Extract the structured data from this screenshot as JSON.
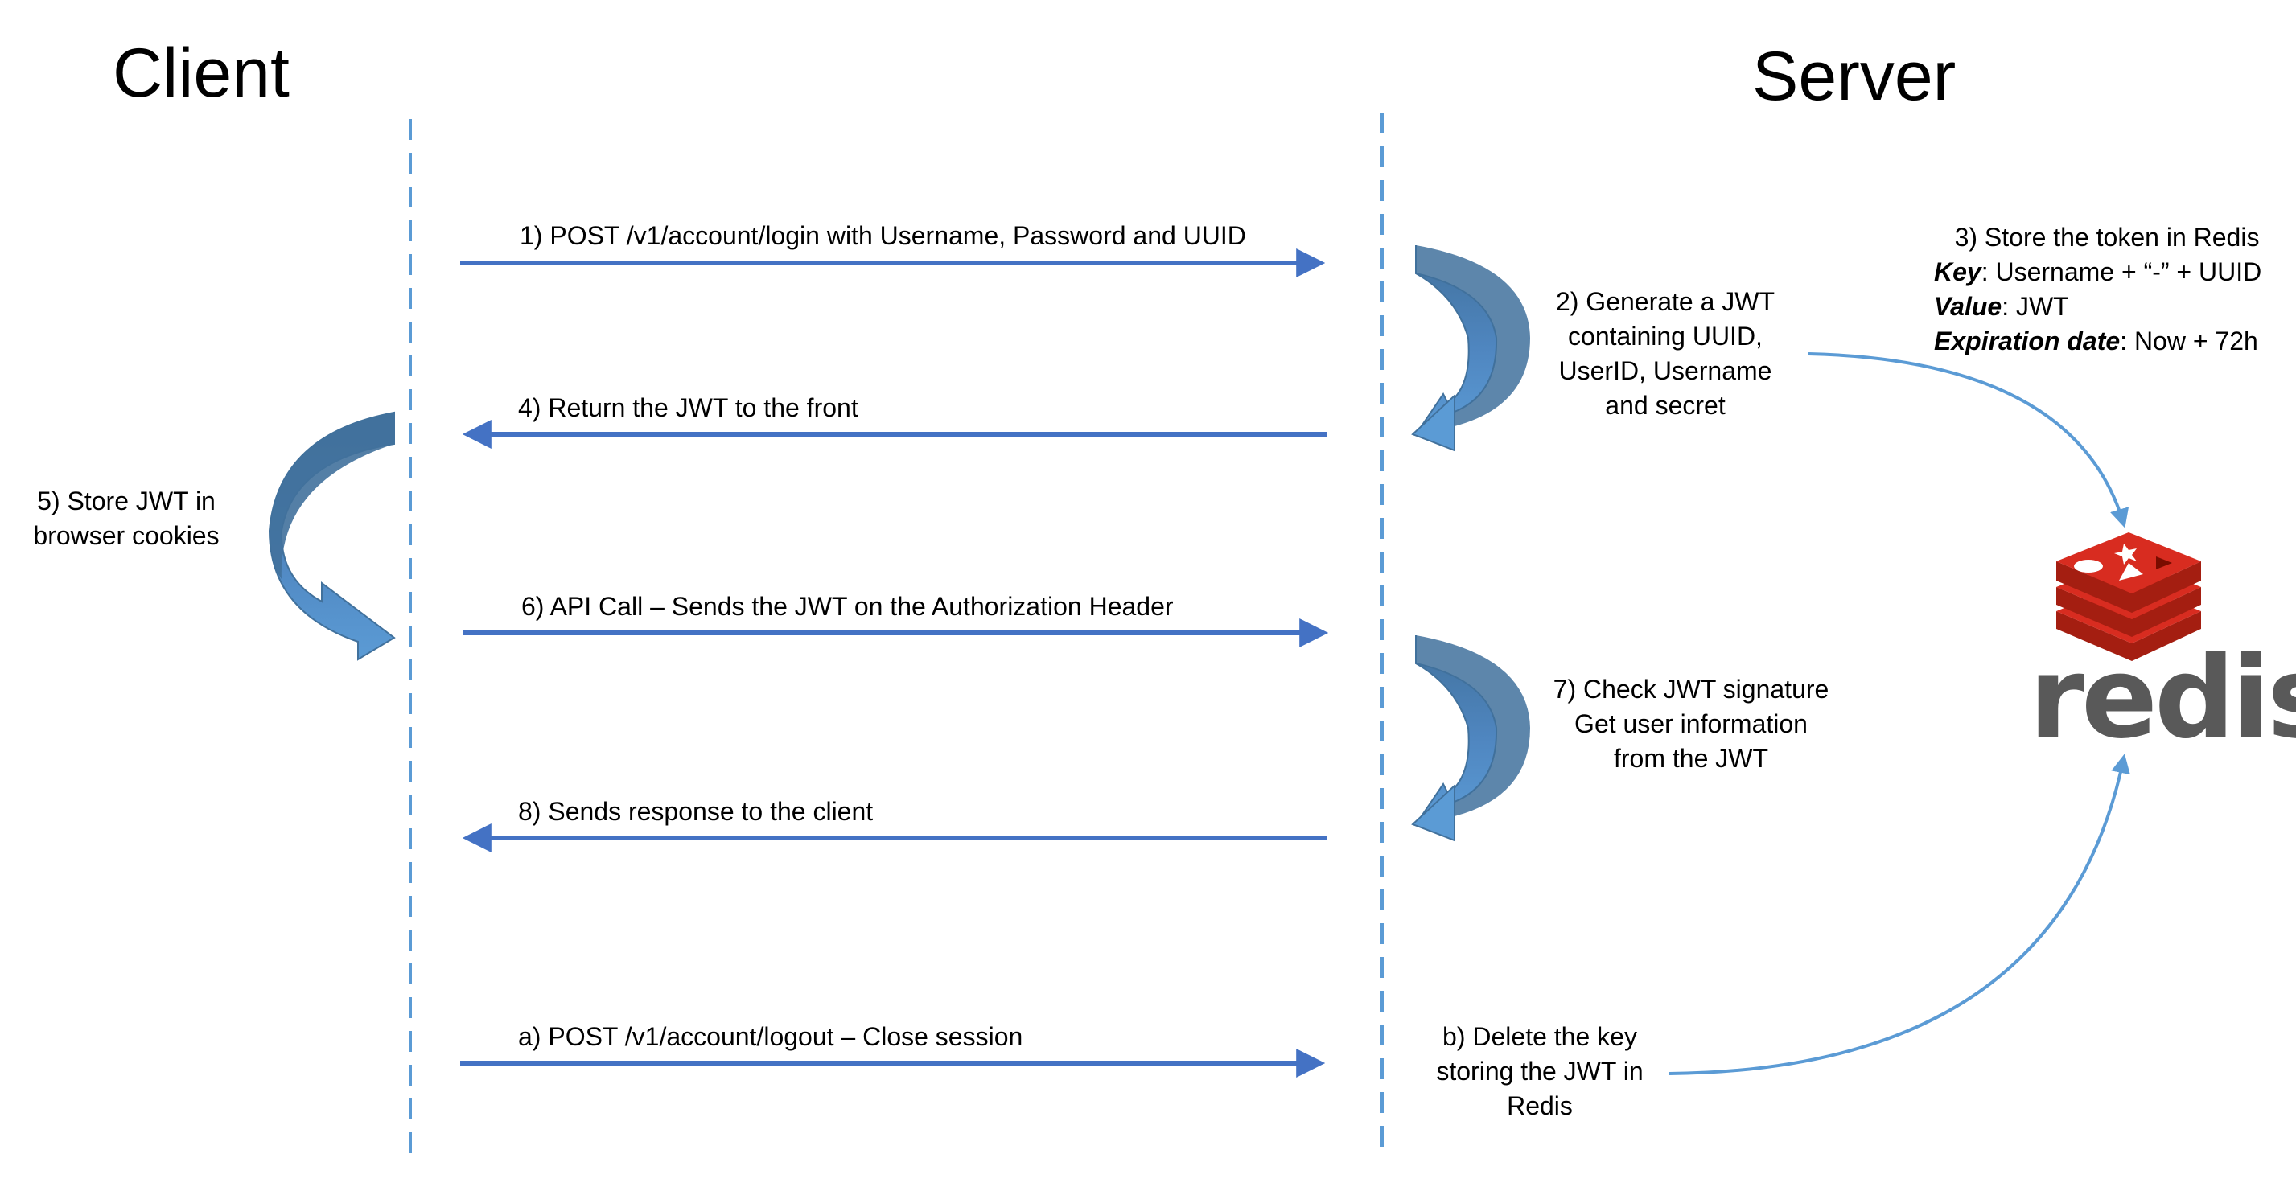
{
  "titles": {
    "client": "Client",
    "server": "Server"
  },
  "messages": {
    "m1": "1) POST /v1/account/login with Username, Password and UUID",
    "m4": "4) Return the JWT to the front",
    "m6": "6) API Call – Sends the JWT on the Authorization Header",
    "m8": "8) Sends response to the client",
    "ma": "a) POST /v1/account/logout – Close session"
  },
  "steps": {
    "s2": [
      "2) Generate a JWT",
      "containing UUID,",
      "UserID, Username",
      "and secret"
    ],
    "s3": {
      "title": "3) Store the token in Redis",
      "key_label": "Key",
      "key_value": ": Username + “-” + UUID",
      "value_label": "Value",
      "value_value": ": JWT",
      "expiration_label": "Expiration date",
      "expiration_value": ": Now + 72h"
    },
    "s5": [
      "5) Store JWT in",
      "browser cookies"
    ],
    "s7": [
      "7) Check JWT signature",
      "Get user information",
      "from the JWT"
    ],
    "sb": [
      "b) Delete the key",
      "storing the JWT in",
      "Redis"
    ]
  },
  "logo": {
    "wordmark": "redis",
    "name": "redis-logo"
  },
  "colors": {
    "lifeline": "#5B9BD5",
    "message_arrow": "#4472C4",
    "curved_connector": "#5B9BD5",
    "loop_arrow_light": "#5B9BD5",
    "loop_arrow_dark": "#41719C",
    "redis_red": "#D82C20",
    "redis_dark_red": "#A41E11",
    "redis_text": "#595959"
  }
}
